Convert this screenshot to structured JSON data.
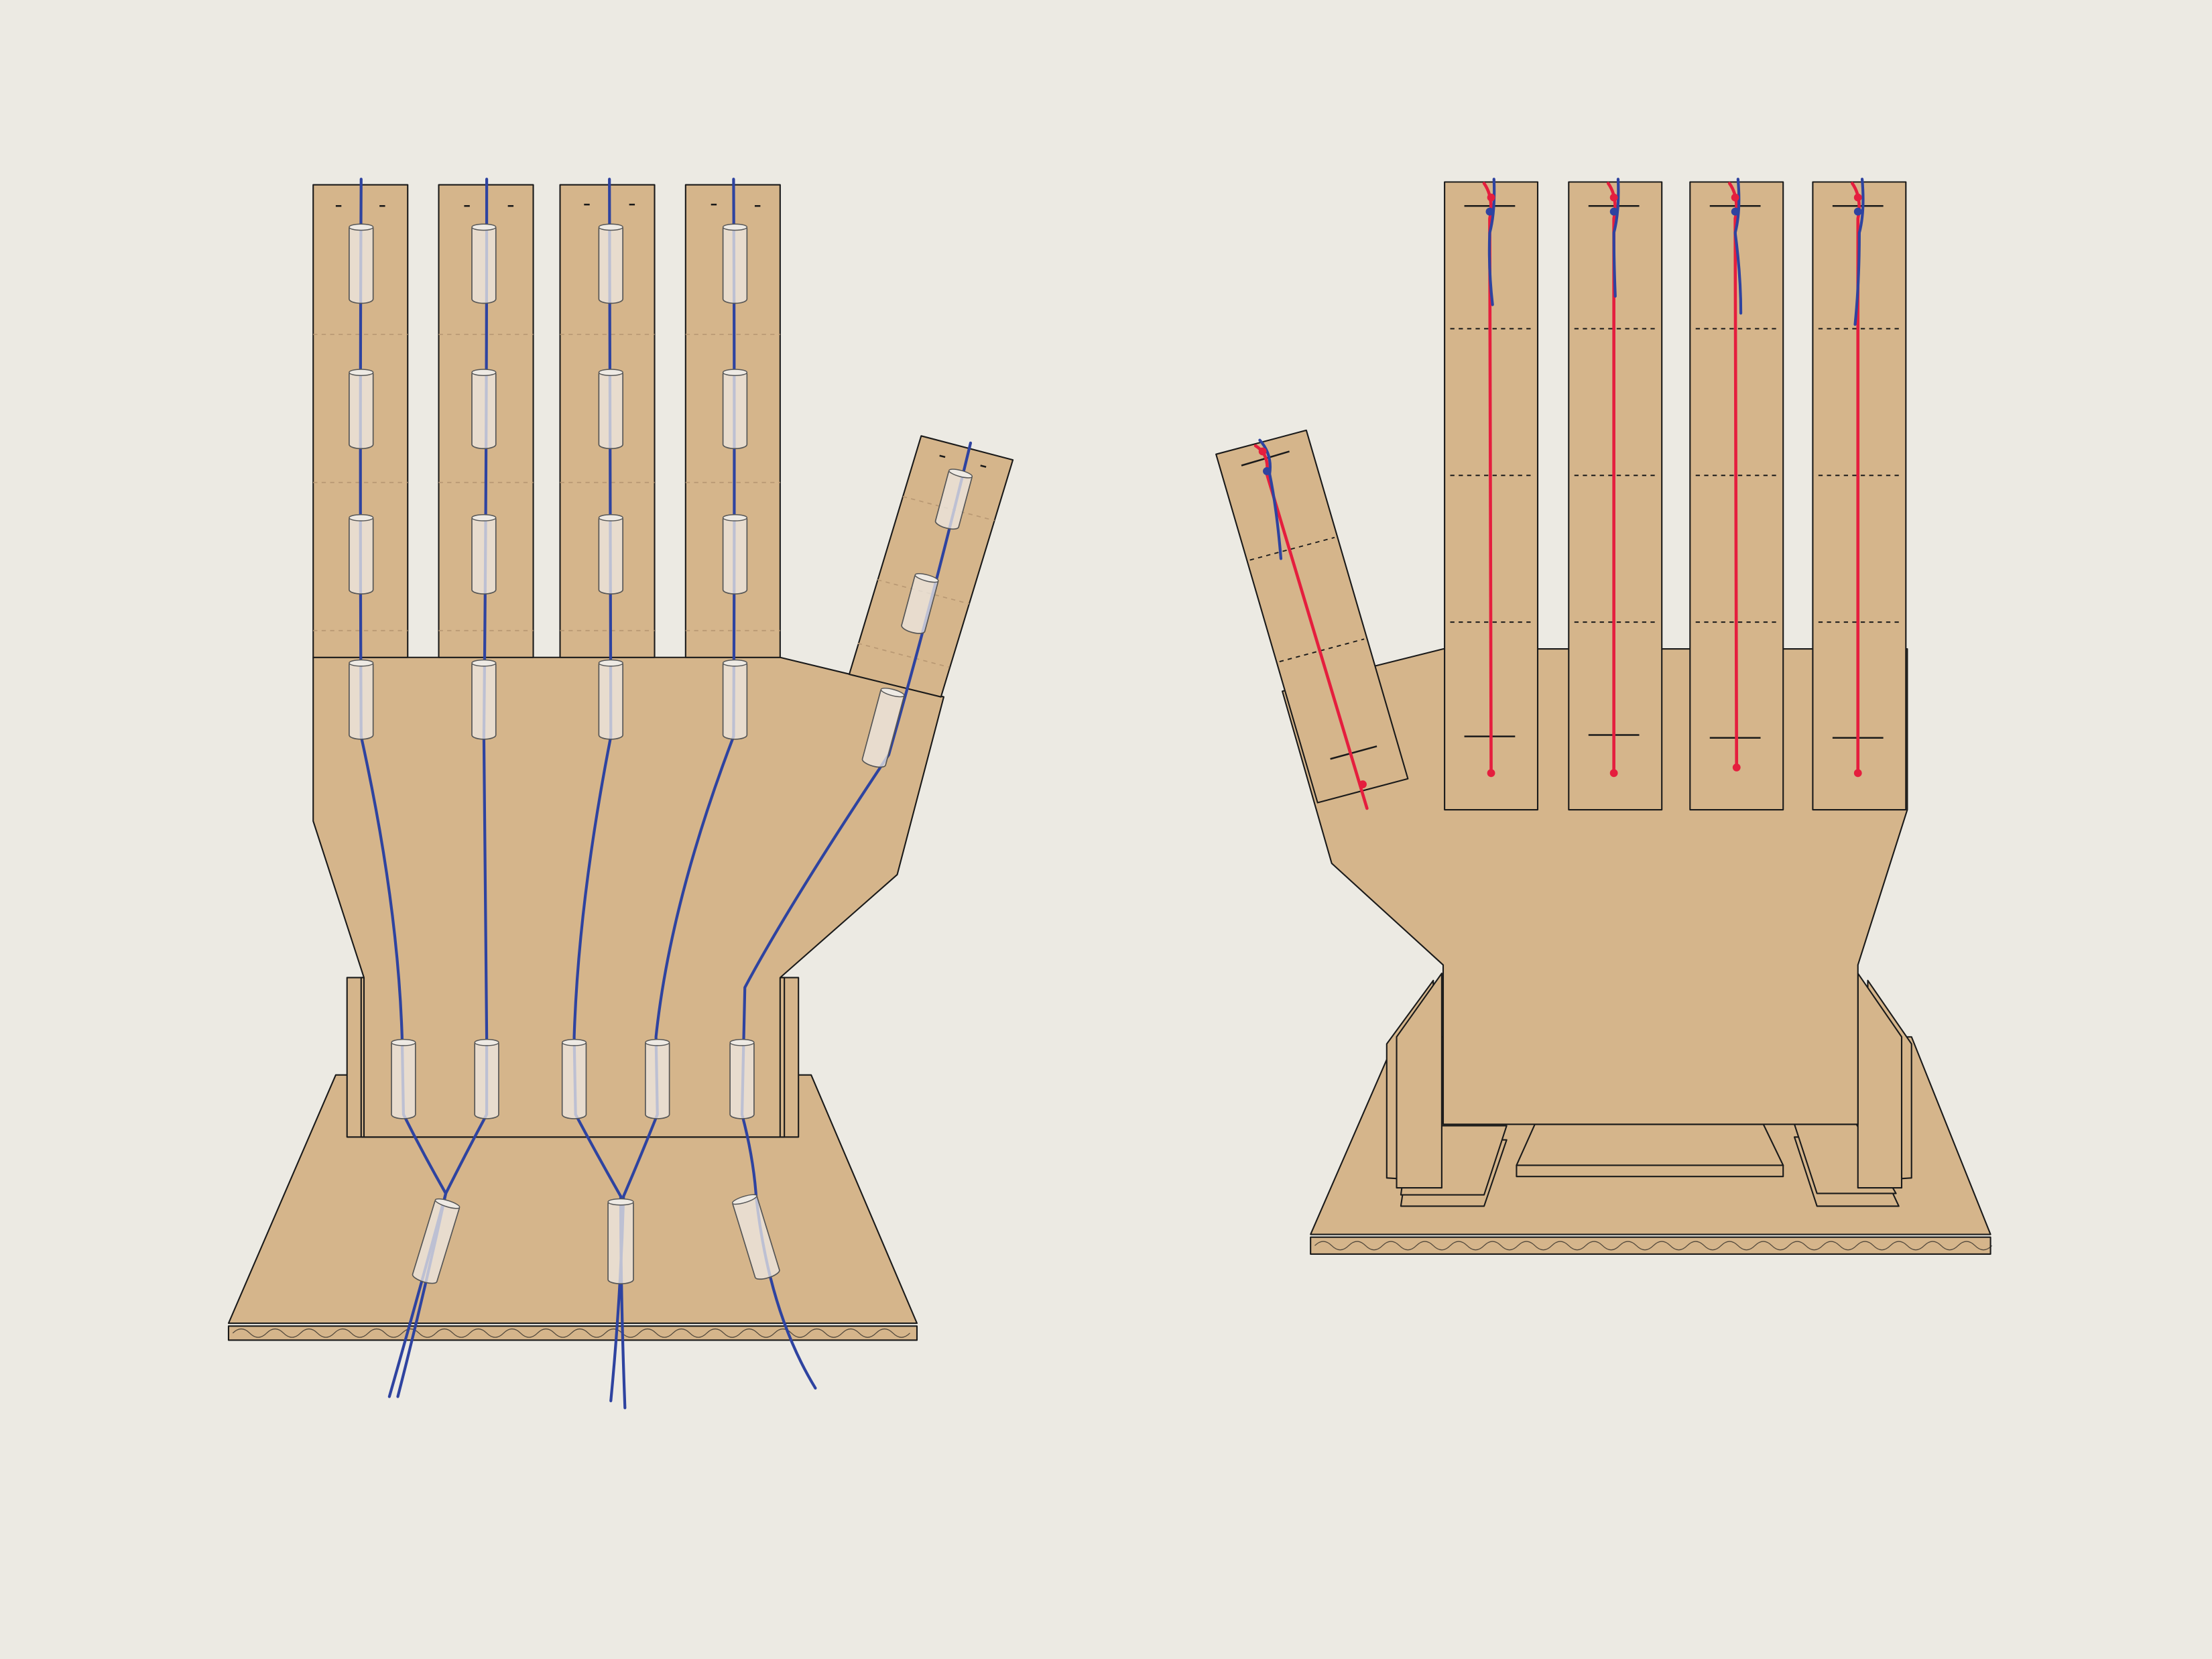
{
  "colors": {
    "background": "#ECEAE3",
    "cardboard": "#D5B58B",
    "cardboard_edge": "#C9A777",
    "outline": "#1A1A1A",
    "string_blue": "#2E43A0",
    "string_red": "#E51E3E",
    "tube_fill": "#EEEAE4",
    "fold_line": "#B89873"
  },
  "views": [
    {
      "name": "back-view",
      "parts": [
        "hand-panel",
        "finger-1",
        "finger-2",
        "finger-3",
        "finger-4",
        "thumb",
        "wrist-cuff",
        "base-plate",
        "straw-guides",
        "tendon-strings"
      ],
      "string_color": "blue"
    },
    {
      "name": "front-view",
      "parts": [
        "hand-panel",
        "finger-1",
        "finger-2",
        "finger-3",
        "finger-4",
        "thumb",
        "wrist-walls",
        "base-plate",
        "stoppers",
        "tendon-strings"
      ],
      "string_color": "red"
    }
  ]
}
